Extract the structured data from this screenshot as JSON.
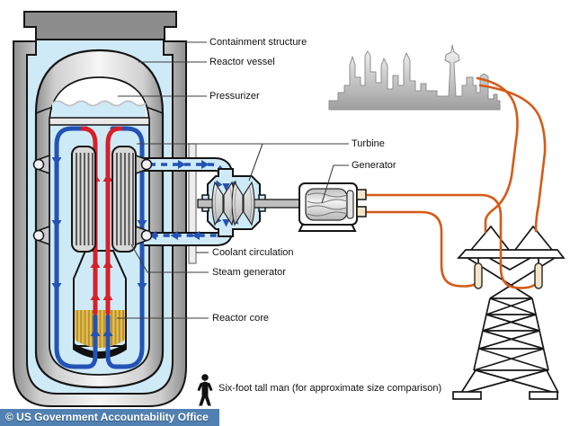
{
  "labels": {
    "containment": "Containment structure",
    "reactor_vessel": "Reactor vessel",
    "pressurizer": "Pressurizer",
    "turbine": "Turbine",
    "generator": "Generator",
    "coolant_circulation": "Coolant circulation",
    "steam_generator": "Steam generator",
    "reactor_core": "Reactor core",
    "size_note": "Six-foot tall man (for approximate size comparison)"
  },
  "footer": {
    "credit": "© US Government Accountability Office"
  },
  "figures": [
    "containment-structure",
    "reactor-vessel",
    "pressurizer",
    "steam-generator",
    "reactor-core",
    "coolant-loop",
    "turbine",
    "generator",
    "power-wires",
    "transmission-tower",
    "city-skyline",
    "six-foot-man"
  ],
  "colors": {
    "interior_blue": "#cfeaf7",
    "coolant_blue": "#2353b5",
    "hot_red": "#d6202a",
    "core_yellow": "#e6c054",
    "core_stripe": "#b8912b",
    "wire_orange": "#d55a17",
    "insulator_cream": "#f3e6c8",
    "footer_blue": "#5181b2"
  }
}
